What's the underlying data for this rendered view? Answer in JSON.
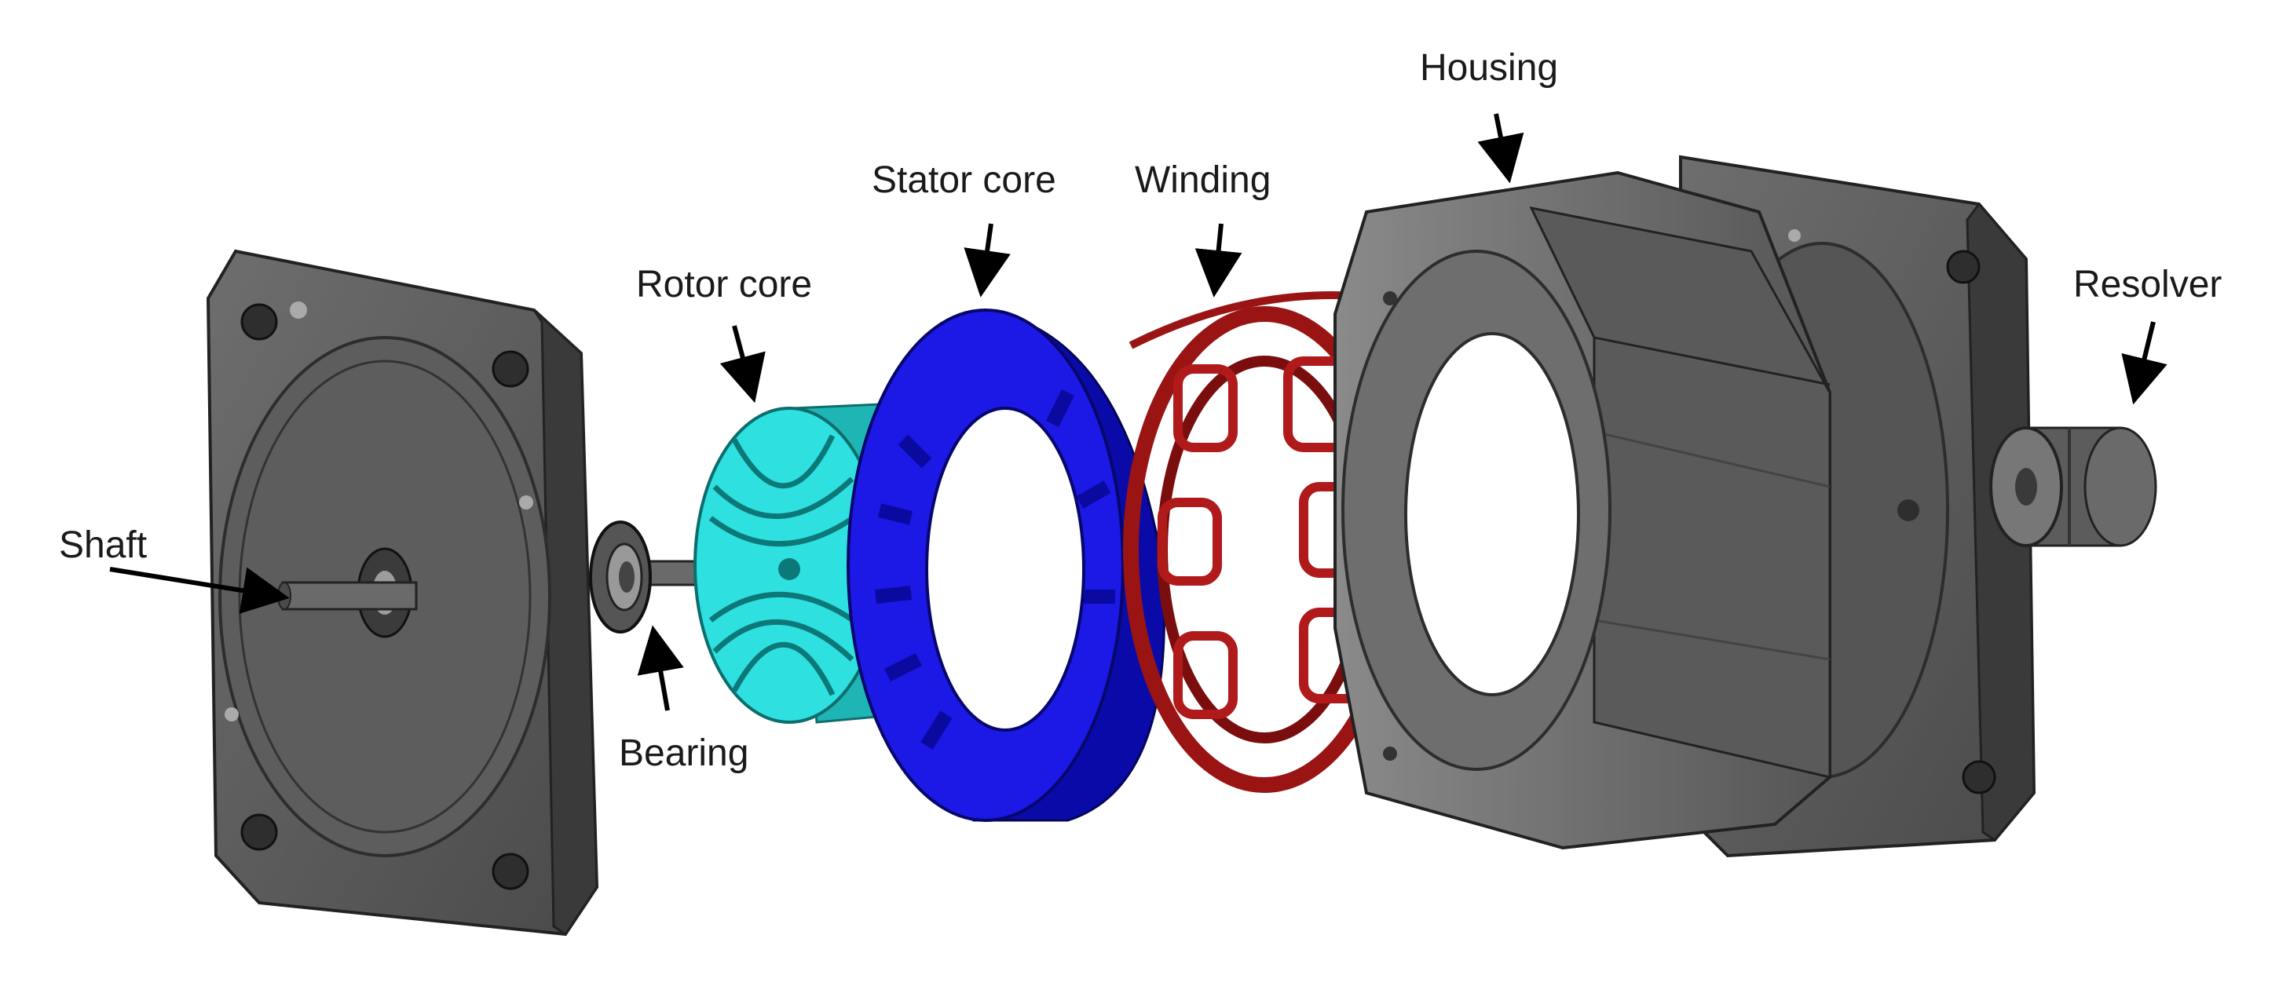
{
  "labels": {
    "shaft": "Shaft",
    "bearing": "Bearing",
    "rotor_core": "Rotor core",
    "stator_core": "Stator core",
    "winding": "Winding",
    "housing": "Housing",
    "resolver": "Resolver"
  },
  "colors": {
    "plate": "#5a5a5a",
    "plate_dark": "#3e3e3e",
    "rotor": "#27d3d3",
    "stator": "#1512e0",
    "winding": "#9a1414",
    "housing": "#6b6b6b"
  }
}
